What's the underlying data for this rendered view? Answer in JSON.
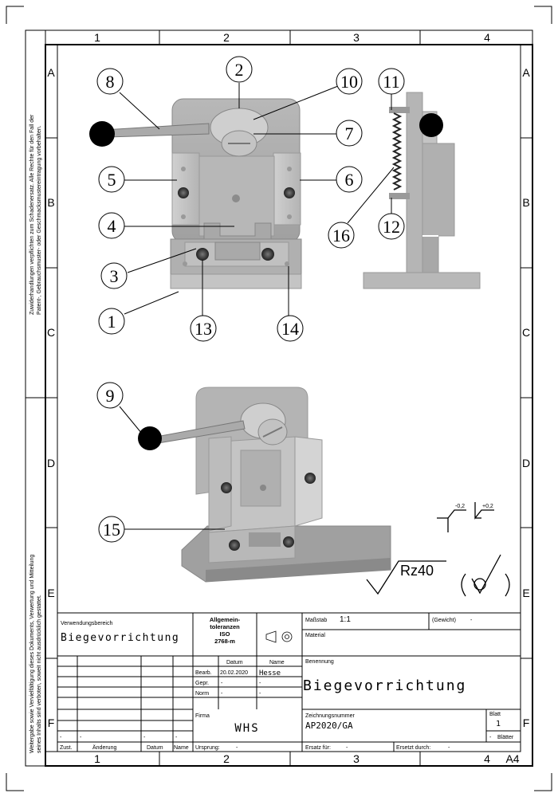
{
  "frame": {
    "columns": [
      "1",
      "2",
      "3",
      "4"
    ],
    "rows": [
      "A",
      "B",
      "C",
      "D",
      "E",
      "F"
    ],
    "format": "A4"
  },
  "side_notes": {
    "top_line1": "Zuwiderhandlungen verpflichten zum Schadenersatz. Alle Rechte für den Fall der",
    "top_line2": "Patent-, Gebrauchsmuster- oder Geschmacksmustereintragung vorbehalten.",
    "bottom_line1": "Weitergabe sowie Vervielfältigung dieses Dokuments, Verwertung und Mitteilung",
    "bottom_line2": "seines Inhalts sind verboten, soweit nicht ausdrücklich gestattet."
  },
  "balloons": [
    "1",
    "2",
    "3",
    "4",
    "5",
    "6",
    "7",
    "8",
    "9",
    "10",
    "11",
    "12",
    "13",
    "14",
    "15",
    "16"
  ],
  "surface": {
    "roughness": "Rz40",
    "tol_neg": "-0,2",
    "tol_pos": "+0,2"
  },
  "title_block": {
    "usage_label": "Verwendungsbereich",
    "usage_value": "Biegevorrichtung",
    "tolerance_line1": "Allgemein-",
    "tolerance_line2": "toleranzen",
    "tolerance_line3": "ISO",
    "tolerance_line4": "2768-m",
    "scale_label": "Maßstab",
    "scale_value": "1:1",
    "weight_label": "(Gewicht)",
    "weight_value": "-",
    "material_label": "Material",
    "date_header": "Datum",
    "name_header": "Name",
    "bearb_label": "Bearb.",
    "bearb_date": "20.02.2020",
    "bearb_name": "Hesse",
    "gepr_label": "Gepr.",
    "gepr_date": "-",
    "gepr_name": "-",
    "norm_label": "Norm",
    "norm_date": "-",
    "norm_name": "-",
    "title_label": "Benennung",
    "title_value": "Biegevorrichtung",
    "firm_label": "Firma",
    "firm_value": "WHS",
    "drawing_no_label": "Zeichnungsnummer",
    "drawing_no_value": "AP2020/GA",
    "sheet_label": "Blatt",
    "sheet_value": "1",
    "sheets_label": "Blätter",
    "sheets_value": "-",
    "rev_dash": "-",
    "zust": "Zust.",
    "aenderung": "Änderung",
    "rev_datum": "Datum",
    "rev_name": "Name",
    "origin_label": "Ursprung:",
    "origin_value": "-",
    "replaces_label": "Ersatz für:",
    "replaces_value": "-",
    "replaced_by_label": "Ersetzt durch:",
    "replaced_by_value": "-"
  }
}
